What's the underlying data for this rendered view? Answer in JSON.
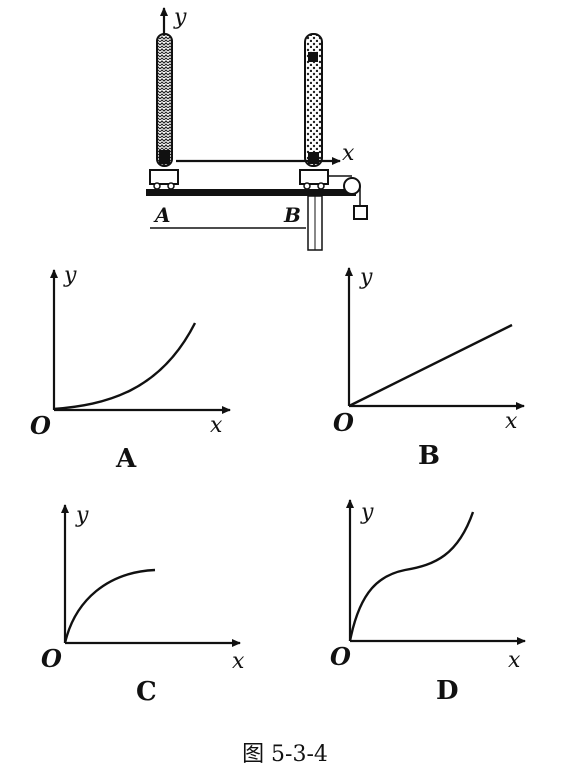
{
  "apparatus": {
    "y_label": "y",
    "x_label": "x",
    "point_a": "A",
    "point_b": "B"
  },
  "graphs": [
    {
      "option": "A",
      "origin": "O",
      "x_label": "x",
      "y_label": "y"
    },
    {
      "option": "B",
      "origin": "O",
      "x_label": "x",
      "y_label": "y"
    },
    {
      "option": "C",
      "origin": "O",
      "x_label": "x",
      "y_label": "y"
    },
    {
      "option": "D",
      "origin": "O",
      "x_label": "x",
      "y_label": "y"
    }
  ],
  "caption": "图 5-3-4"
}
